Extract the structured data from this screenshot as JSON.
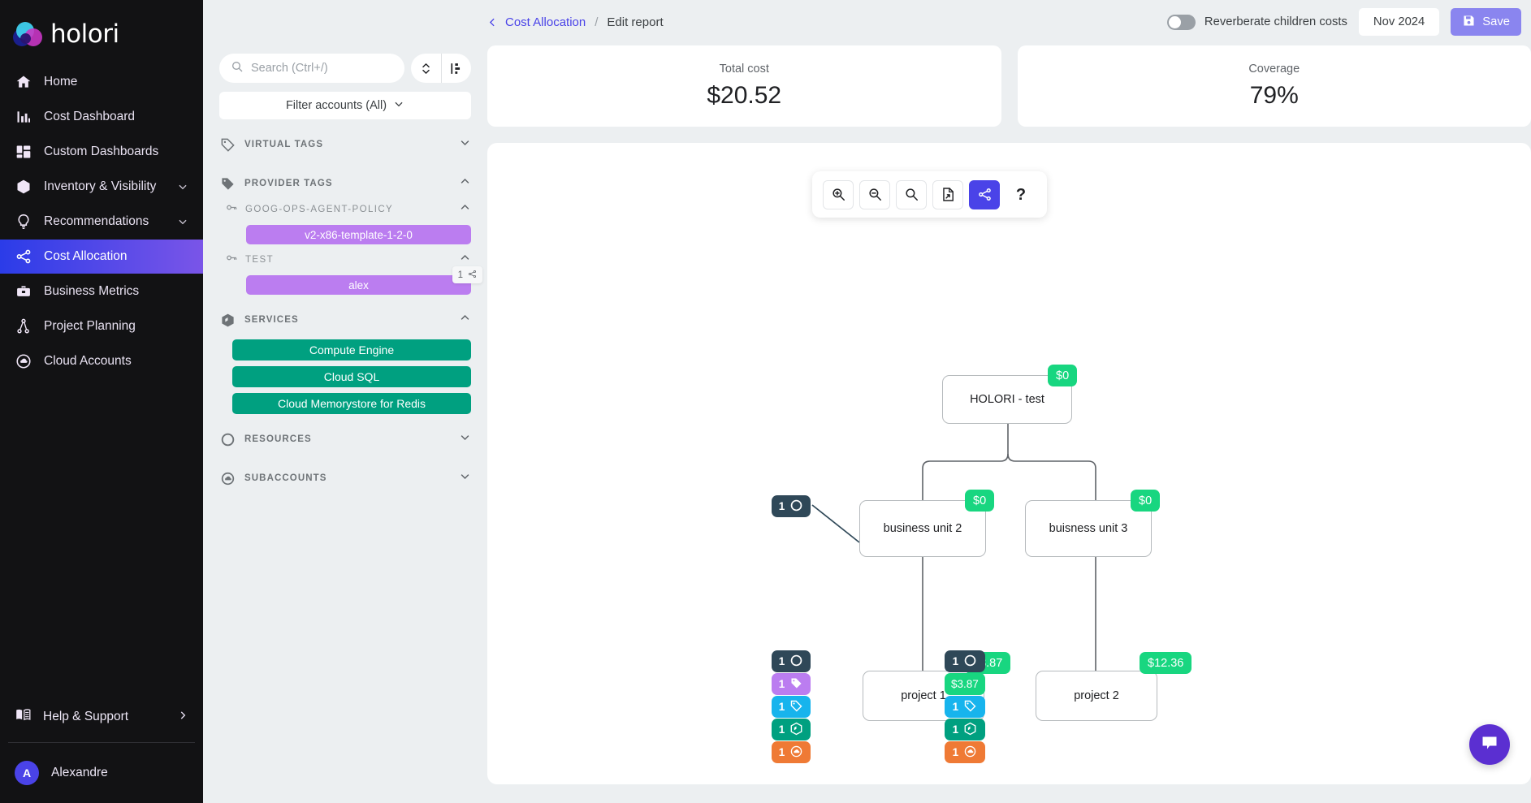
{
  "brand": {
    "name": "holori",
    "accent": "#4a43e8"
  },
  "sidebar": {
    "items": [
      {
        "label": "Home",
        "icon": "home-icon",
        "expandable": false
      },
      {
        "label": "Cost Dashboard",
        "icon": "bar-chart-icon",
        "expandable": false
      },
      {
        "label": "Custom Dashboards",
        "icon": "grid-icon",
        "expandable": false
      },
      {
        "label": "Inventory & Visibility",
        "icon": "box-icon",
        "expandable": true
      },
      {
        "label": "Recommendations",
        "icon": "lightbulb-icon",
        "expandable": true
      },
      {
        "label": "Cost Allocation",
        "icon": "share-icon",
        "expandable": false,
        "active": true
      },
      {
        "label": "Business Metrics",
        "icon": "briefcase-icon",
        "expandable": false
      },
      {
        "label": "Project Planning",
        "icon": "tree-icon",
        "expandable": false
      },
      {
        "label": "Cloud Accounts",
        "icon": "cloud-circle-icon",
        "expandable": false
      }
    ],
    "help": {
      "label": "Help & Support",
      "icon": "book-icon"
    },
    "user": {
      "name": "Alexandre",
      "initial": "A"
    }
  },
  "filters": {
    "search": {
      "placeholder": "Search (Ctrl+/)",
      "value": ""
    },
    "tools": {
      "sort": "sort-updown-icon",
      "tree": "tree-layout-icon"
    },
    "filter_accounts_label": "Filter accounts (All)",
    "groups": [
      {
        "name": "virtual-tags",
        "title": "VIRTUAL TAGS",
        "icon": "tag-outline-icon",
        "expanded": false
      },
      {
        "name": "provider-tags",
        "title": "PROVIDER TAGS",
        "icon": "tag-filled-icon",
        "expanded": true
      },
      {
        "name": "services",
        "title": "SERVICES",
        "icon": "cube-icon",
        "expanded": true
      },
      {
        "name": "resources",
        "title": "RESOURCES",
        "icon": "circle-icon",
        "expanded": false
      },
      {
        "name": "subaccounts",
        "title": "SUBACCOUNTS",
        "icon": "cloud-circle-icon",
        "expanded": false
      }
    ],
    "provider_tag_groups": [
      {
        "title": "GOOG-OPS-AGENT-POLICY",
        "expanded": true,
        "values": [
          {
            "label": "v2-x86-template-1-2-0",
            "color": "#bb7df0",
            "badge": null
          }
        ]
      },
      {
        "title": "TEST",
        "expanded": true,
        "values": [
          {
            "label": "alex",
            "color": "#bb7df0",
            "badge": {
              "count": "1",
              "icon": "share-icon"
            }
          }
        ]
      }
    ],
    "services": [
      {
        "label": "Compute Engine",
        "color": "#00a080"
      },
      {
        "label": "Cloud SQL",
        "color": "#00a080"
      },
      {
        "label": "Cloud Memorystore for Redis",
        "color": "#00a080"
      }
    ]
  },
  "header": {
    "breadcrumb": {
      "back_icon": "chevron-left-icon",
      "link": "Cost Allocation",
      "separator": "/",
      "current": "Edit report"
    },
    "reverberate_toggle": {
      "label": "Reverberate children costs",
      "on": false
    },
    "month": "Nov 2024",
    "save": {
      "label": "Save",
      "icon": "save-icon"
    }
  },
  "kpis": [
    {
      "label": "Total cost",
      "value": "$20.52"
    },
    {
      "label": "Coverage",
      "value": "79%"
    }
  ],
  "graph_toolbar": [
    {
      "name": "zoom-in-button",
      "icon": "zoom-in-icon",
      "active": false
    },
    {
      "name": "zoom-out-button",
      "icon": "zoom-out-icon",
      "active": false
    },
    {
      "name": "zoom-fit-button",
      "icon": "search-icon",
      "active": false
    },
    {
      "name": "export-button",
      "icon": "file-export-icon",
      "active": false
    },
    {
      "name": "share-button",
      "icon": "share-icon",
      "active": true
    },
    {
      "name": "help-button",
      "icon": "question-mark-icon",
      "active": false
    }
  ],
  "chart_data": {
    "type": "tree",
    "title": "Cost allocation tree",
    "nodes": [
      {
        "id": "root",
        "label": "HOLORI - test",
        "cost": "$0",
        "level": 0
      },
      {
        "id": "bu2",
        "label": "business unit 2",
        "cost": "$0",
        "level": 1,
        "parent": "root"
      },
      {
        "id": "bu3",
        "label": "buisness unit 3",
        "cost": "$0",
        "level": 1,
        "parent": "root"
      },
      {
        "id": "p1",
        "label": "project 1",
        "cost": "$3.87",
        "level": 2,
        "parent": "bu2"
      },
      {
        "id": "p2",
        "label": "project 2",
        "cost": "$12.36",
        "level": 2,
        "parent": "bu3"
      }
    ],
    "edges": [
      {
        "from": "root",
        "to": "bu2"
      },
      {
        "from": "root",
        "to": "bu3"
      },
      {
        "from": "bu2",
        "to": "p1"
      },
      {
        "from": "bu3",
        "to": "p2"
      }
    ],
    "chips": {
      "bu2": [
        {
          "count": "1",
          "icon": "circle-icon",
          "color": "#2f4858"
        }
      ],
      "p1": [
        {
          "count": "1",
          "icon": "circle-icon",
          "color": "#2f4858"
        },
        {
          "count": "1",
          "icon": "tag-icon",
          "color": "#bb7df0"
        },
        {
          "count": "1",
          "icon": "tag-icon",
          "color": "#17b4ed"
        },
        {
          "count": "1",
          "icon": "cube-icon",
          "color": "#00a080"
        },
        {
          "count": "1",
          "icon": "cloud-icon",
          "color": "#ef7a35"
        }
      ],
      "p2": [
        {
          "count": "1",
          "icon": "circle-icon",
          "color": "#2f4858"
        },
        {
          "count": "1",
          "icon": "tag-icon",
          "color": "#17b4ed"
        },
        {
          "count": "1",
          "icon": "cube-icon",
          "color": "#00a080"
        },
        {
          "count": "1",
          "icon": "cloud-icon",
          "color": "#ef7a35"
        }
      ]
    },
    "cost_badge_color": "#18d680"
  },
  "chat": {
    "icon": "chat-bubble-icon"
  }
}
